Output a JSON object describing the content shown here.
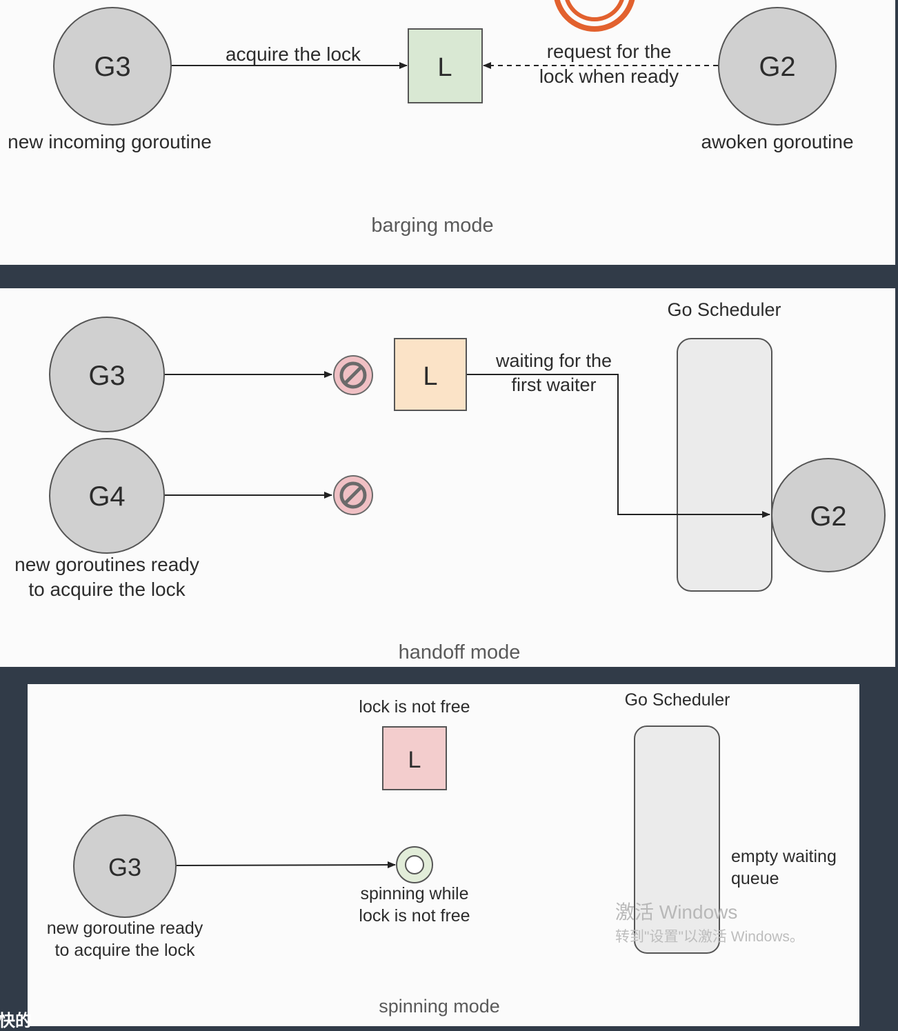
{
  "barging": {
    "g3": "G3",
    "g2": "G2",
    "lock": "L",
    "acquire_label": "acquire the lock",
    "request_line1": "request for the",
    "request_line2": "lock when ready",
    "g3_caption": "new incoming goroutine",
    "g2_caption": "awoken goroutine",
    "title": "barging mode"
  },
  "handoff": {
    "g3": "G3",
    "g4": "G4",
    "g2": "G2",
    "lock": "L",
    "scheduler": "Go Scheduler",
    "waiting_line1": "waiting for the",
    "waiting_line2": "first waiter",
    "caption_line1": "new goroutines ready",
    "caption_line2": "to acquire the lock",
    "title": "handoff mode"
  },
  "spinning": {
    "g3": "G3",
    "lock": "L",
    "lock_not_free": "lock is not free",
    "scheduler": "Go Scheduler",
    "spin_line1": "spinning while",
    "spin_line2": "lock is not free",
    "queue_line1": "empty waiting",
    "queue_line2": "queue",
    "caption_line1": "new goroutine ready",
    "caption_line2": "to acquire the lock",
    "title": "spinning mode"
  },
  "overlay": {
    "watermark_line1": "激活 Windows",
    "watermark_line2": "转到\"设置\"以激活 Windows。",
    "corner_text": "快的"
  },
  "colors": {
    "background": "#313b48",
    "panel": "#fbfbfb",
    "goroutine": "#d0d0d0",
    "lock_barging": "#d9e8d3",
    "lock_handoff": "#fbe3c7",
    "lock_spinning": "#f3cdcd",
    "blocked_icon": "#f0c0c4",
    "scheduler": "#ebebeb",
    "record_icon": "#e2612e"
  },
  "icons": [
    "record-icon",
    "blocked-icon",
    "spinning-icon"
  ]
}
